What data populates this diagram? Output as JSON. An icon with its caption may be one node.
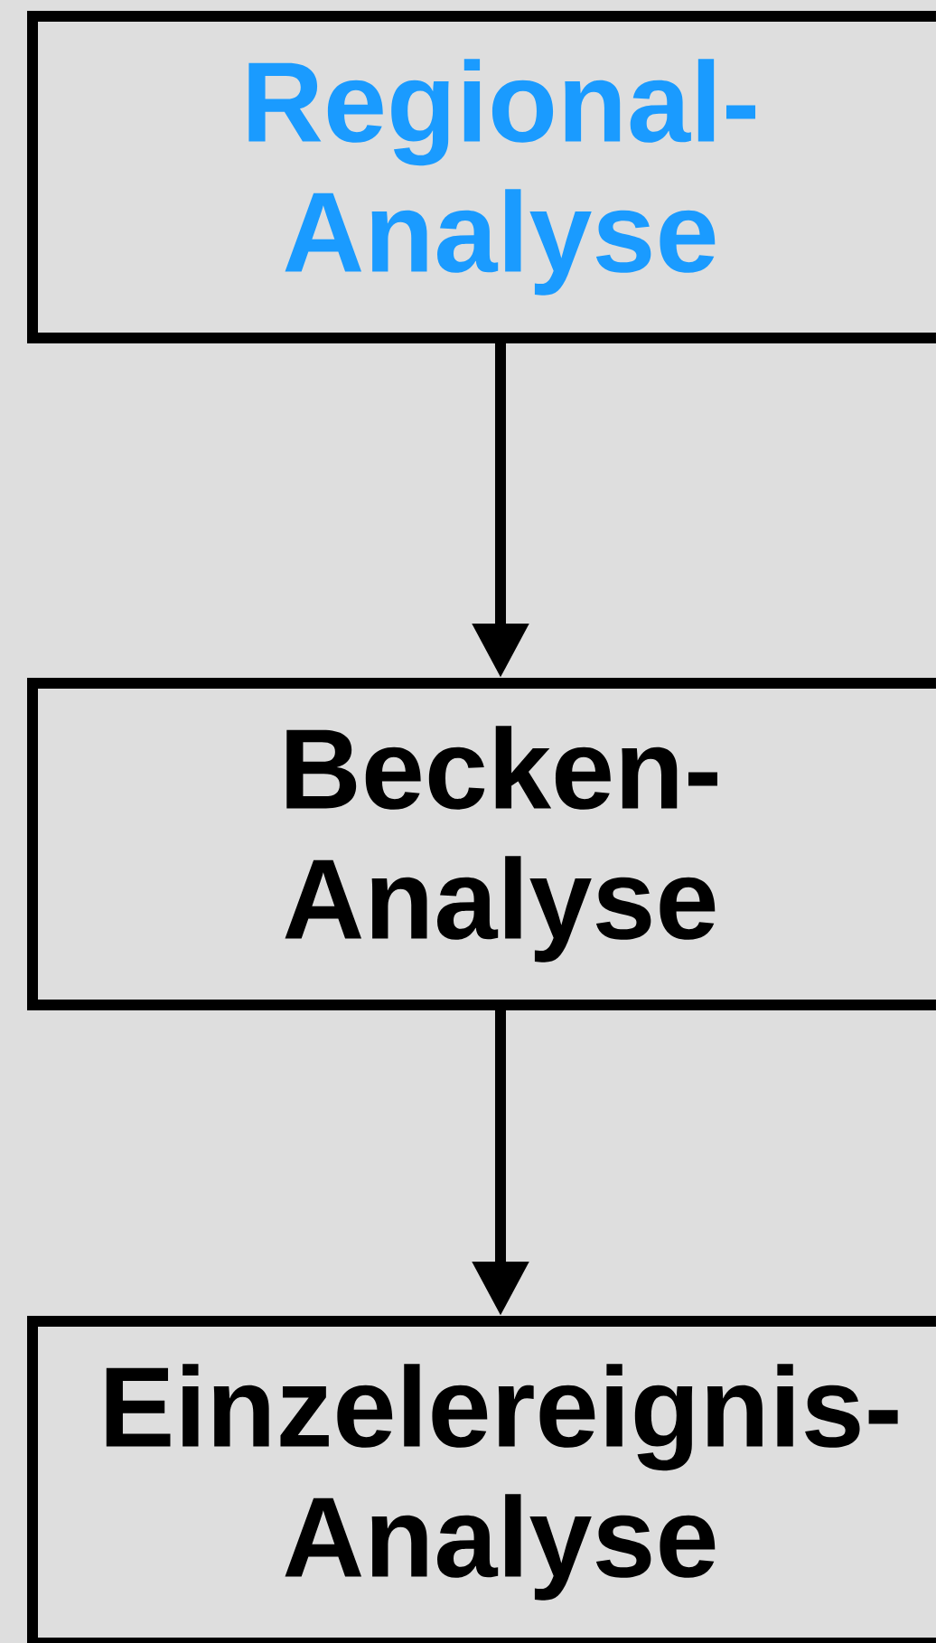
{
  "diagram": {
    "nodes": [
      {
        "text": [
          "Regional- Analyse"
        ]
      },
      {
        "text": [
          "Becken- Analyse"
        ]
      },
      {
        "text": [
          "Einzelereignis- Analyse"
        ]
      }
    ],
    "edges": [
      {
        "from": 0,
        "to": 1,
        "arrow": "to"
      },
      {
        "from": 1,
        "to": 2,
        "arrow": "to"
      }
    ]
  }
}
